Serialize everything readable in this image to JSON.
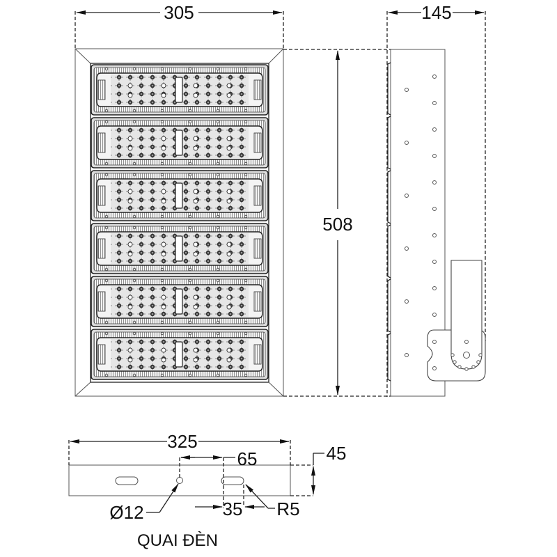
{
  "front_view": {
    "width_label": "305",
    "height_label": "508",
    "module_count": 6
  },
  "side_view": {
    "depth_label": "145"
  },
  "bracket_view": {
    "title": "QUAI ĐÈN",
    "length_label": "325",
    "offset_label": "65",
    "height_label": "45",
    "slot_length_label": "35",
    "slot_radius_label": "R5",
    "hole_diameter_label": "Ø12"
  },
  "colors": {
    "line": "#222222",
    "background": "#ffffff",
    "module_fill": "#d9d9d9"
  }
}
